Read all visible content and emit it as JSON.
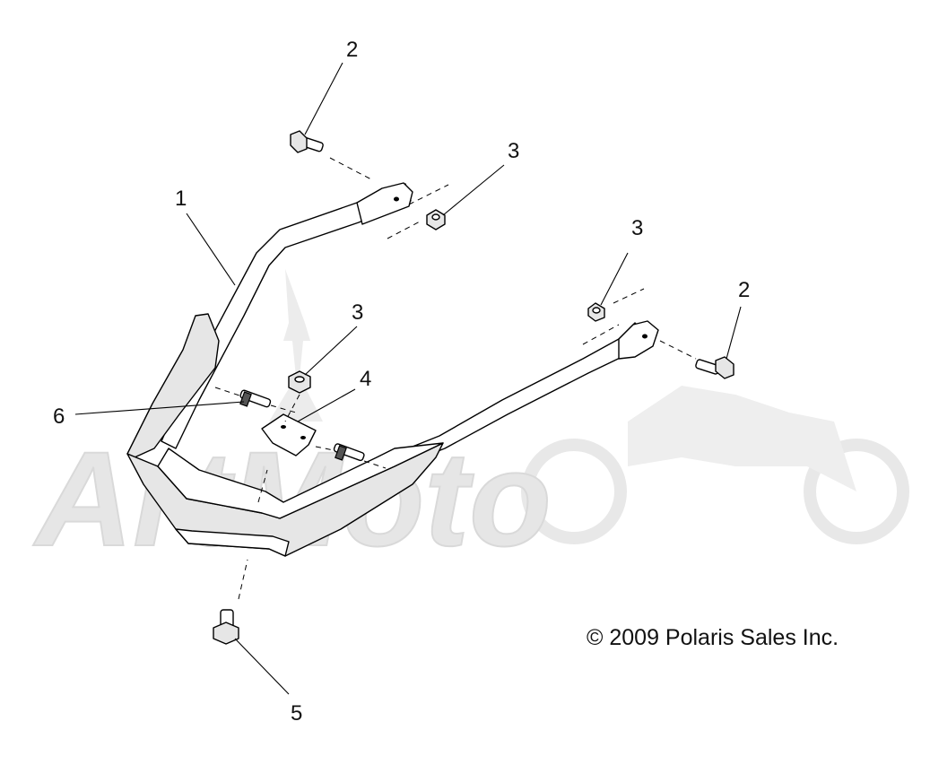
{
  "callouts": [
    {
      "id": "c1",
      "label": "1"
    },
    {
      "id": "c2a",
      "label": "2"
    },
    {
      "id": "c2b",
      "label": "2"
    },
    {
      "id": "c3a",
      "label": "3"
    },
    {
      "id": "c3b",
      "label": "3"
    },
    {
      "id": "c3c",
      "label": "3"
    },
    {
      "id": "c4",
      "label": "4"
    },
    {
      "id": "c5",
      "label": "5"
    },
    {
      "id": "c6",
      "label": "6"
    }
  ],
  "copyright": "© 2009 Polaris Sales Inc.",
  "watermark": {
    "text": "ArtMoto",
    "color": "#e3e3e3"
  },
  "colors": {
    "line": "#000000",
    "bumper_fill": "#e6e6e6",
    "background": "#ffffff"
  }
}
